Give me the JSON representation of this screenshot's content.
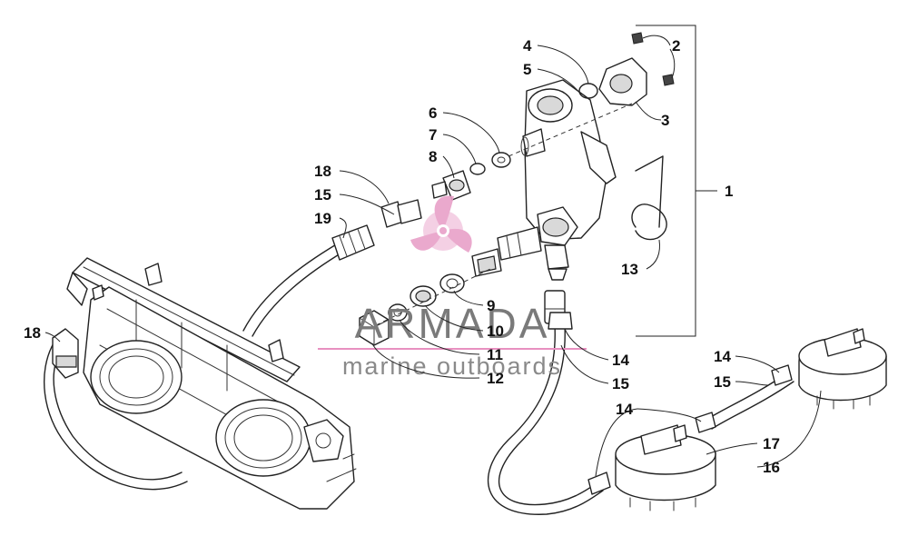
{
  "callouts": [
    {
      "id": "1",
      "text": "1"
    },
    {
      "id": "2",
      "text": "2"
    },
    {
      "id": "3",
      "text": "3"
    },
    {
      "id": "4",
      "text": "4"
    },
    {
      "id": "5",
      "text": "5"
    },
    {
      "id": "6",
      "text": "6"
    },
    {
      "id": "7",
      "text": "7"
    },
    {
      "id": "8",
      "text": "8"
    },
    {
      "id": "9",
      "text": "9"
    },
    {
      "id": "10",
      "text": "10"
    },
    {
      "id": "11",
      "text": "11"
    },
    {
      "id": "12",
      "text": "12"
    },
    {
      "id": "13",
      "text": "13"
    },
    {
      "id": "14",
      "text": "14"
    },
    {
      "id": "15",
      "text": "15"
    },
    {
      "id": "16",
      "text": "16"
    },
    {
      "id": "17",
      "text": "17"
    },
    {
      "id": "18",
      "text": "18"
    },
    {
      "id": "19",
      "text": "19"
    }
  ],
  "watermark": {
    "title": "ARMADA",
    "subtitle": "marine outboards",
    "colors": {
      "logo": "#e8a0c8",
      "text": "#7a7a7a",
      "underline": "#e890c0"
    }
  }
}
